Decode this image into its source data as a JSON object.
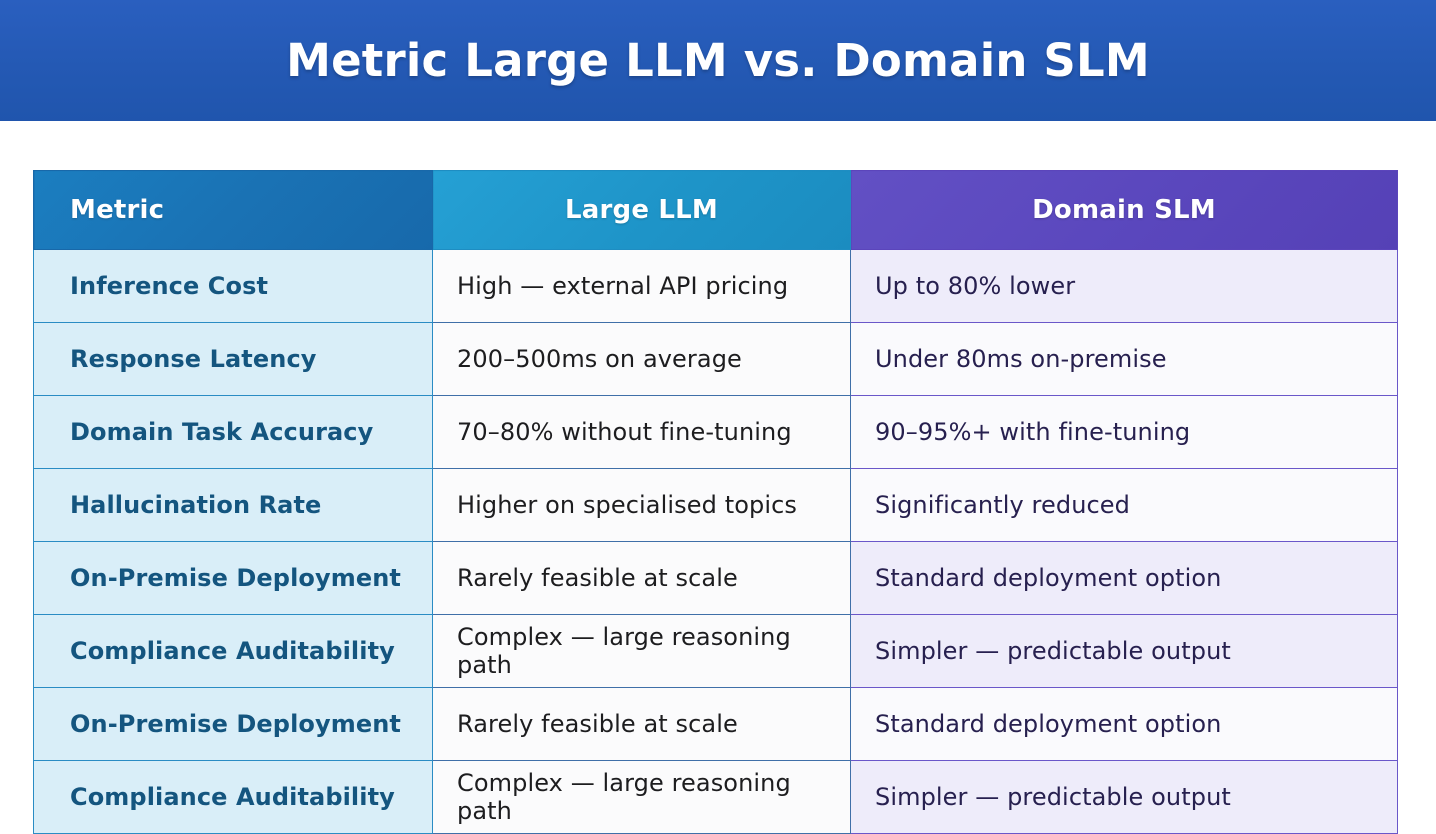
{
  "banner": {
    "title": "Metric Large LLM vs. Domain SLM",
    "background_color": "#2459b4",
    "text_color": "#ffffff"
  },
  "colors": {
    "banner_blue": "#2459b4",
    "header_metric_blue": "#1a72b4",
    "header_llm_blue": "#1e94c8",
    "header_slm_purple": "#5a47bd",
    "metric_cell_bg": "#d9eef8",
    "metric_text": "#14557f",
    "llm_cell_bg": "#fbfbfc",
    "llm_text": "#1d1d1f",
    "slm_cell_bg_alt": "#eeecfa",
    "slm_cell_bg": "#fafafd",
    "slm_text": "#27204f"
  },
  "table": {
    "headers": [
      "Metric",
      "Large LLM",
      "Domain SLM"
    ],
    "rows": [
      {
        "metric": "Inference Cost",
        "large_llm": "High — external API pricing",
        "domain_slm": "Up to 80% lower"
      },
      {
        "metric": "Response Latency",
        "large_llm": "200–500ms on average",
        "domain_slm": "Under 80ms on-premise"
      },
      {
        "metric": "Domain Task Accuracy",
        "large_llm": "70–80% without fine-tuning",
        "domain_slm": "90–95%+ with fine-tuning"
      },
      {
        "metric": "Hallucination Rate",
        "large_llm": "Higher on specialised topics",
        "domain_slm": "Significantly reduced"
      },
      {
        "metric": "On-Premise Deployment",
        "large_llm": "Rarely feasible at scale",
        "domain_slm": "Standard deployment option"
      },
      {
        "metric": "Compliance Auditability",
        "large_llm": "Complex — large reasoning path",
        "domain_slm": "Simpler — predictable output"
      },
      {
        "metric": "On-Premise Deployment",
        "large_llm": "Rarely feasible at scale",
        "domain_slm": "Standard deployment option"
      },
      {
        "metric": "Compliance Auditability",
        "large_llm": "Complex — large reasoning path",
        "domain_slm": "Simpler — predictable output"
      }
    ]
  }
}
